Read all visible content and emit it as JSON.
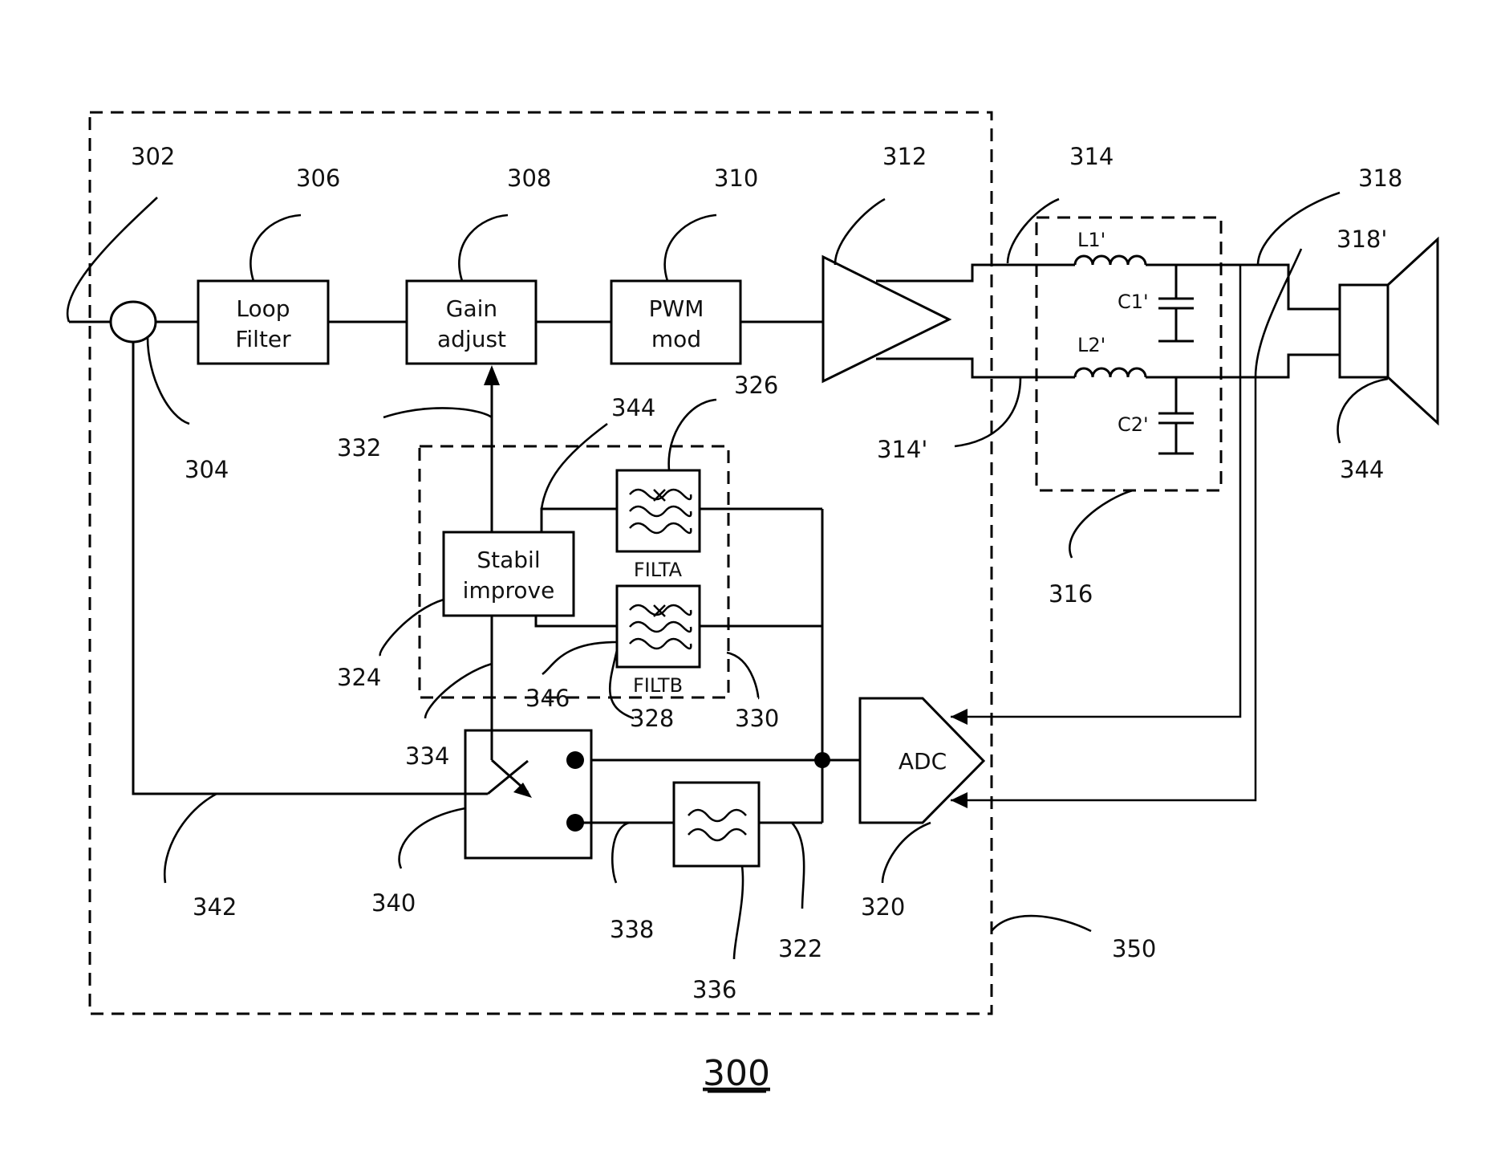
{
  "figure": {
    "title": "300",
    "blocks": {
      "loop_filter": [
        "Loop",
        "Filter"
      ],
      "gain_adjust": [
        "Gain",
        "adjust"
      ],
      "pwm_mod": [
        "PWM",
        "mod"
      ],
      "stabil_improve": [
        "Stabil",
        "improve"
      ],
      "adc": "ADC",
      "filta": "FILTA",
      "filtb": "FILTB",
      "inductor_1": "L1'",
      "inductor_2": "L2'",
      "capacitor_1": "C1'",
      "capacitor_2": "C2'"
    },
    "refs": {
      "r302": "302",
      "r304": "304",
      "r306": "306",
      "r308": "308",
      "r310": "310",
      "r312": "312",
      "r314": "314",
      "r314p": "314'",
      "r316": "316",
      "r318": "318",
      "r318p": "318'",
      "r320": "320",
      "r322": "322",
      "r324": "324",
      "r326": "326",
      "r328": "328",
      "r330": "330",
      "r332": "332",
      "r334": "334",
      "r336": "336",
      "r338": "338",
      "r340": "340",
      "r342": "342",
      "r344a": "344",
      "r344b": "344",
      "r346": "346",
      "r350": "350"
    }
  }
}
